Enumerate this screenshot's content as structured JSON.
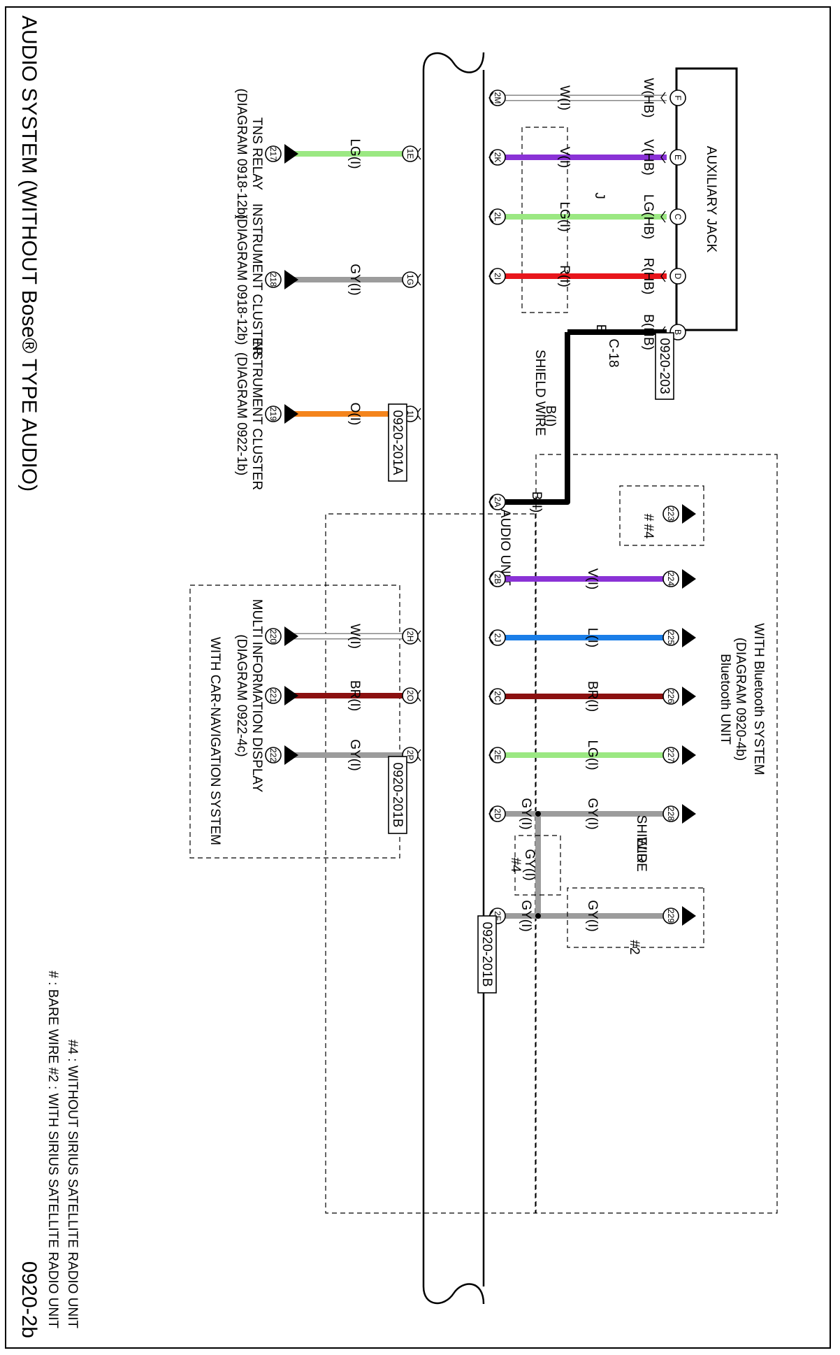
{
  "page": {
    "title": "AUDIO SYSTEM (WITHOUT Bose® TYPE AUDIO)",
    "page_number": "0920-2b",
    "legend": [
      "# : BARE WIRE    #2 : WITH SIRIUS SATELLITE RADIO UNIT",
      "#4 : WITHOUT SIRIUS SATELLITE RADIO UNIT"
    ]
  },
  "colors": {
    "LG": "#9be882",
    "GY": "#9c9c9c",
    "O": "#f4841c",
    "W": "#d8d8d8",
    "BR": "#8b1010",
    "V": "#8a32d6",
    "R": "#e8161c",
    "B": "#000000",
    "L": "#1a7ee8"
  },
  "audio_unit": {
    "label": "AUDIO UNIT",
    "connector_a": "0920-201A",
    "connector_b_top": "0920-201B",
    "connector_b_bottom": "0920-201B"
  },
  "top_components": [
    {
      "lines": [
        "TNS RELAY",
        "(DIAGRAM 0918-12b)"
      ],
      "wire": "LG(I)",
      "color": "LG",
      "pin": "1E",
      "ground": "217"
    },
    {
      "lines": [
        "INSTRUMENT CLUSTER",
        "(DIAGRAM 0918-12b)"
      ],
      "wire": "GY(I)",
      "color": "GY",
      "pin": "1G",
      "ground": "218"
    },
    {
      "lines": [
        "INSTRUMENT CLUSTER",
        "(DIAGRAM 0922-1b)"
      ],
      "wire": "O(I)",
      "color": "O",
      "pin": "1I",
      "ground": "219"
    }
  ],
  "car_nav": {
    "label": "WITH CAR-NAVIGATION SYSTEM",
    "lines": [
      "MULTI INFORMATION DISPLAY",
      "(DIAGRAM 0922-4c)"
    ],
    "wires": [
      {
        "wire": "W(I)",
        "color": "W",
        "pin": "2H",
        "ground": "220"
      },
      {
        "wire": "BR(I)",
        "color": "BR",
        "pin": "2O",
        "ground": "221"
      },
      {
        "wire": "GY(I)",
        "color": "GY",
        "pin": "2P",
        "ground": "222"
      }
    ]
  },
  "aux_jack": {
    "label": "AUXILIARY JACK",
    "connector": "0920-203",
    "joint_label": "J",
    "shield_label": "SHIELD WIRE",
    "c18_pin": "E",
    "c18_label": "C-18",
    "wires": [
      {
        "pin_au": "2M",
        "wire_au": "W(I)",
        "wire_hb": "W(HB)",
        "pin_jack": "F",
        "color": "W"
      },
      {
        "pin_au": "2K",
        "wire_au": "V(I)",
        "wire_hb": "V(HB)",
        "pin_jack": "E",
        "color": "V"
      },
      {
        "pin_au": "2L",
        "wire_au": "LG(I)",
        "wire_hb": "LG(HB)",
        "pin_jack": "C",
        "color": "LG"
      },
      {
        "pin_au": "2I",
        "wire_au": "R(I)",
        "wire_hb": "R(HB)",
        "pin_jack": "D",
        "color": "R"
      },
      {
        "pin_au": "2A",
        "wire_au": "B(I)",
        "wire_mid": "B(I)",
        "wire_hb": "B(HB)",
        "pin_jack": "B",
        "color": "B"
      }
    ]
  },
  "bluetooth": {
    "label": "WITH Bluetooth SYSTEM",
    "unit_lines": [
      "Bluetooth UNIT",
      "(DIAGRAM 0920-4b)"
    ],
    "shield_label": [
      "SHIELD",
      "WIRE"
    ],
    "bare_label": "#",
    "note_4": "#4",
    "note_2": "#2",
    "wires": [
      {
        "pin": "2B",
        "wire": "V(I)",
        "color": "V",
        "ground": "224"
      },
      {
        "pin": "2J",
        "wire": "L(I)",
        "color": "L",
        "ground": "225"
      },
      {
        "pin": "2C",
        "wire": "BR(I)",
        "color": "BR",
        "ground": "226"
      },
      {
        "pin": "2E",
        "wire": "LG(I)",
        "color": "LG",
        "ground": "227"
      },
      {
        "pin": "2D",
        "wire_au": "GY(I)",
        "wire": "GY(I)",
        "color": "GY",
        "ground": "228"
      },
      {
        "pin": "2F",
        "wire_au": "GY(I)",
        "wire": "GY(I)",
        "color": "GY",
        "ground": "229"
      }
    ],
    "bare_ground": "223",
    "gy_jump": "GY(I)"
  }
}
